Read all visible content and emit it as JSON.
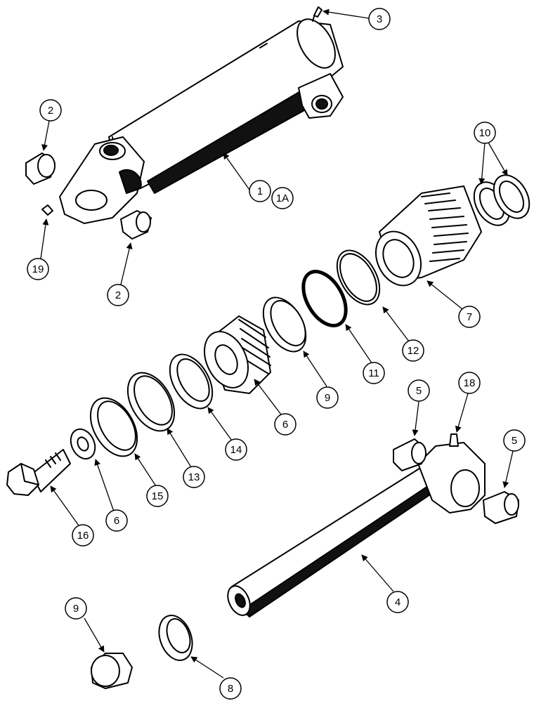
{
  "callouts": [
    {
      "id": "c-3a",
      "label": "3"
    },
    {
      "id": "c-2a",
      "label": "2"
    },
    {
      "id": "c-10",
      "label": "10"
    },
    {
      "id": "c-1",
      "label": "1"
    },
    {
      "id": "c-1a",
      "label": "1A"
    },
    {
      "id": "c-19",
      "label": "19"
    },
    {
      "id": "c-2b",
      "label": "2"
    },
    {
      "id": "c-7",
      "label": "7"
    },
    {
      "id": "c-12",
      "label": "12"
    },
    {
      "id": "c-11",
      "label": "11"
    },
    {
      "id": "c-9a",
      "label": "9"
    },
    {
      "id": "c-6a",
      "label": "6"
    },
    {
      "id": "c-14",
      "label": "14"
    },
    {
      "id": "c-13",
      "label": "13"
    },
    {
      "id": "c-15",
      "label": "15"
    },
    {
      "id": "c-6b",
      "label": "6"
    },
    {
      "id": "c-16",
      "label": "16"
    },
    {
      "id": "c-5a",
      "label": "5"
    },
    {
      "id": "c-18",
      "label": "18"
    },
    {
      "id": "c-5b",
      "label": "5"
    },
    {
      "id": "c-4",
      "label": "4"
    },
    {
      "id": "c-9b",
      "label": "9"
    },
    {
      "id": "c-8",
      "label": "8"
    }
  ]
}
